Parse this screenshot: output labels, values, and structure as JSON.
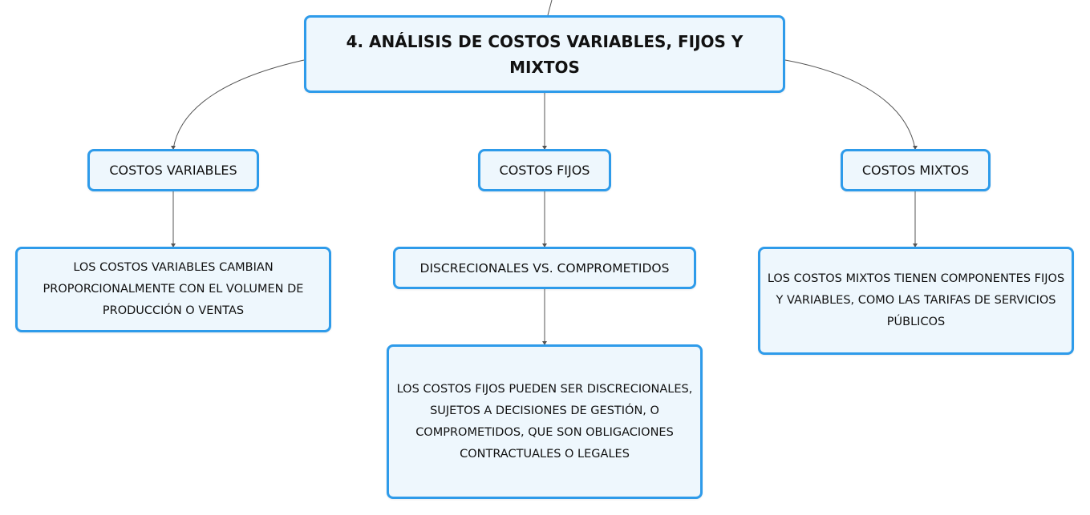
{
  "root": {
    "title": "4. ANÁLISIS DE COSTOS VARIABLES, FIJOS Y MIXTOS"
  },
  "branches": {
    "variables": {
      "label": "COSTOS VARIABLES",
      "description": "LOS COSTOS VARIABLES CAMBIAN PROPORCIONALMENTE CON EL VOLUMEN DE PRODUCCIÓN O VENTAS"
    },
    "fijos": {
      "label": "COSTOS FIJOS",
      "subtopic": "DISCRECIONALES VS. COMPROMETIDOS",
      "description": "LOS COSTOS FIJOS PUEDEN SER DISCRECIONALES, SUJETOS A DECISIONES DE GESTIÓN, O COMPROMETIDOS, QUE SON OBLIGACIONES CONTRACTUALES O LEGALES"
    },
    "mixtos": {
      "label": "COSTOS MIXTOS",
      "description": "LOS COSTOS MIXTOS TIENEN COMPONENTES FIJOS Y VARIABLES, COMO LAS TARIFAS DE SERVICIOS PÚBLICOS"
    }
  },
  "colors": {
    "node_border": "#2e9bea",
    "node_fill": "#eef7fd",
    "connector": "#555555"
  }
}
